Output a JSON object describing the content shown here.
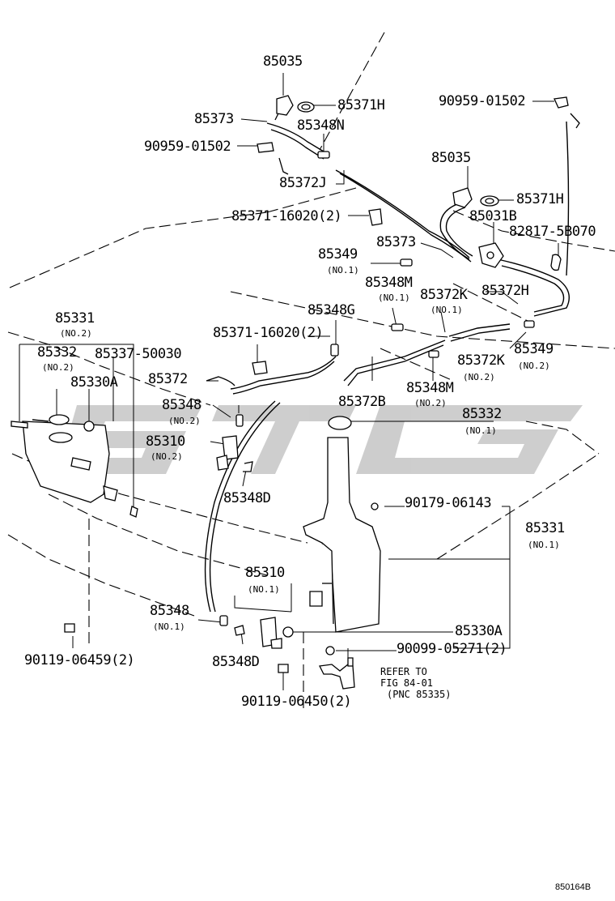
{
  "diagram_code": "850164B",
  "watermark_text": "STG",
  "parts": {
    "p85035_top": "85035",
    "p85371H_top": "85371H",
    "p85373_top": "85373",
    "p85348N": "85348N",
    "p90959_left": "90959-01502",
    "p85372J": "85372J",
    "p90959_right": "90959-01502",
    "p85035_mid": "85035",
    "p85371H_mid": "85371H",
    "p85031B": "85031B",
    "p85371_16020_a": "85371-16020(2)",
    "p82817": "82817-5B070",
    "p85373_mid": "85373",
    "p85349_a": "85349",
    "p85348M_a": "85348M",
    "p85372K_a": "85372K",
    "p85372H": "85372H",
    "p85331_no2": "85331",
    "p85348G": "85348G",
    "p85332_no2": "85332",
    "p85337": "85337-50030",
    "p85371_16020_b": "85371-16020(2)",
    "p85372K_b": "85372K",
    "p85349_b": "85349",
    "p85330A_left": "85330A",
    "p85372": "85372",
    "p85348M_b": "85348M",
    "p85372B": "85372B",
    "p85348_no2": "85348",
    "p85332_no1": "85332",
    "p85310_no2": "85310",
    "p85348D_a": "85348D",
    "p90179": "90179-06143",
    "p85331_no1": "85331",
    "p85310_no1": "85310",
    "p85348_no1": "85348",
    "p85330A_right": "85330A",
    "p90099": "90099-05271(2)",
    "p90119_06459": "90119-06459(2)",
    "p85348D_b": "85348D",
    "p90119_06450": "90119-06450(2)"
  },
  "subs": {
    "no1_85349": "(NO.1)",
    "no1_85348M": "(NO.1)",
    "no1_85372K": "(NO.1)",
    "no2_85331": "(NO.2)",
    "no2_85332": "(NO.2)",
    "no2_85349": "(NO.2)",
    "no2_85372K": "(NO.2)",
    "no2_85348M": "(NO.2)",
    "no2_85348": "(NO.2)",
    "no1_85332": "(NO.1)",
    "no2_85310": "(NO.2)",
    "no1_85331": "(NO.1)",
    "no1_85310": "(NO.1)",
    "no1_85348": "(NO.1)"
  },
  "refer": {
    "line1": "REFER TO",
    "line2": "FIG 84-01",
    "line3": "(PNC 85335)"
  }
}
